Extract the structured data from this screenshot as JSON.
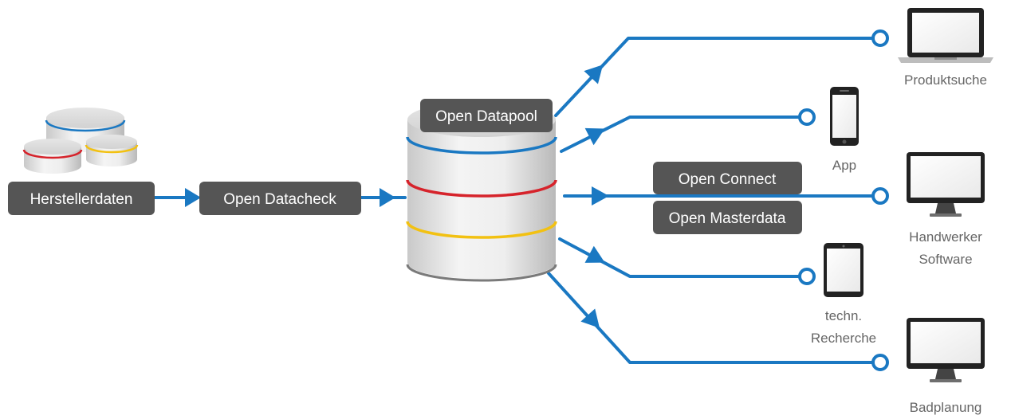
{
  "colors": {
    "flow": "#1a78c2",
    "pill": "#555555",
    "caption": "#666666",
    "ring_blue": "#1a78c2",
    "ring_red": "#d6232b",
    "ring_yellow": "#f2c112"
  },
  "sources": {
    "label": "Herstellerdaten",
    "icon": "database-stack-icon"
  },
  "check": {
    "label": "Open Datacheck"
  },
  "pool": {
    "label": "Open Datapool",
    "icon": "database-cylinder-icon"
  },
  "services": {
    "connect": "Open Connect",
    "masterdata": "Open Masterdata"
  },
  "outputs": [
    {
      "lines": [
        "Produktsuche"
      ],
      "icon": "laptop-icon"
    },
    {
      "lines": [
        "App"
      ],
      "icon": "smartphone-icon"
    },
    {
      "lines": [
        "Handwerker",
        "Software"
      ],
      "icon": "monitor-icon"
    },
    {
      "lines": [
        "techn.",
        "Recherche"
      ],
      "icon": "tablet-icon"
    },
    {
      "lines": [
        "Badplanung"
      ],
      "icon": "monitor-icon"
    }
  ]
}
